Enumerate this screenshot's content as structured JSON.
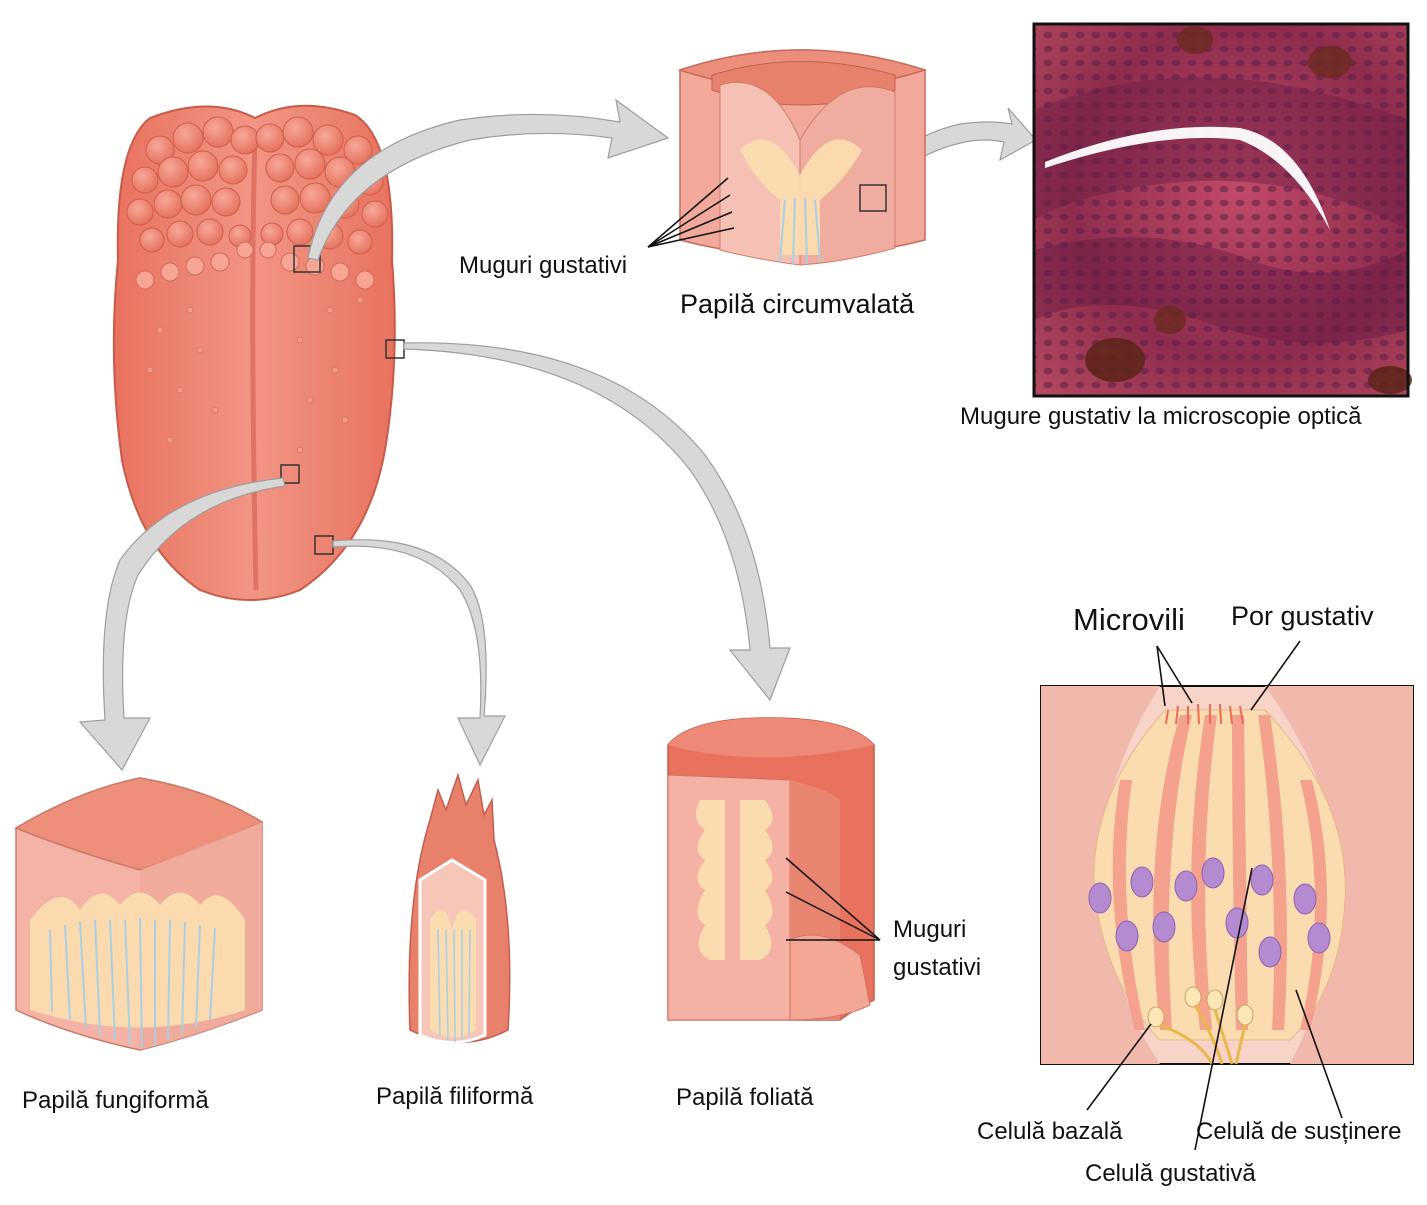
{
  "labels": {
    "muguri_gustativi_top": "Muguri gustativi",
    "papila_circumvalata": "Papilă circumvalată",
    "mugure_microscopie": "Mugure gustativ la microscopie optică",
    "microvili": "Microvili",
    "por_gustativ": "Por gustativ",
    "muguri_foliata_1": "Muguri",
    "muguri_foliata_2": "gustativi",
    "papila_fungiforma": "Papilă fungiformă",
    "papila_filiforma": "Papilă filiformă",
    "papila_foliata": "Papilă foliată",
    "celula_bazala": "Celulă bazală",
    "celula_sustinere": "Celulă de susținere",
    "celula_gustativa": "Celulă gustativă"
  },
  "colors": {
    "tongue": "#ef8a78",
    "tongue_dark": "#d9604f",
    "tissue_light": "#f5b5a8",
    "tissue_cream": "#fbdcb0",
    "nerve": "#b8d6e6",
    "arrow": "#d4d4d4",
    "nucleus": "#b48ad0"
  }
}
